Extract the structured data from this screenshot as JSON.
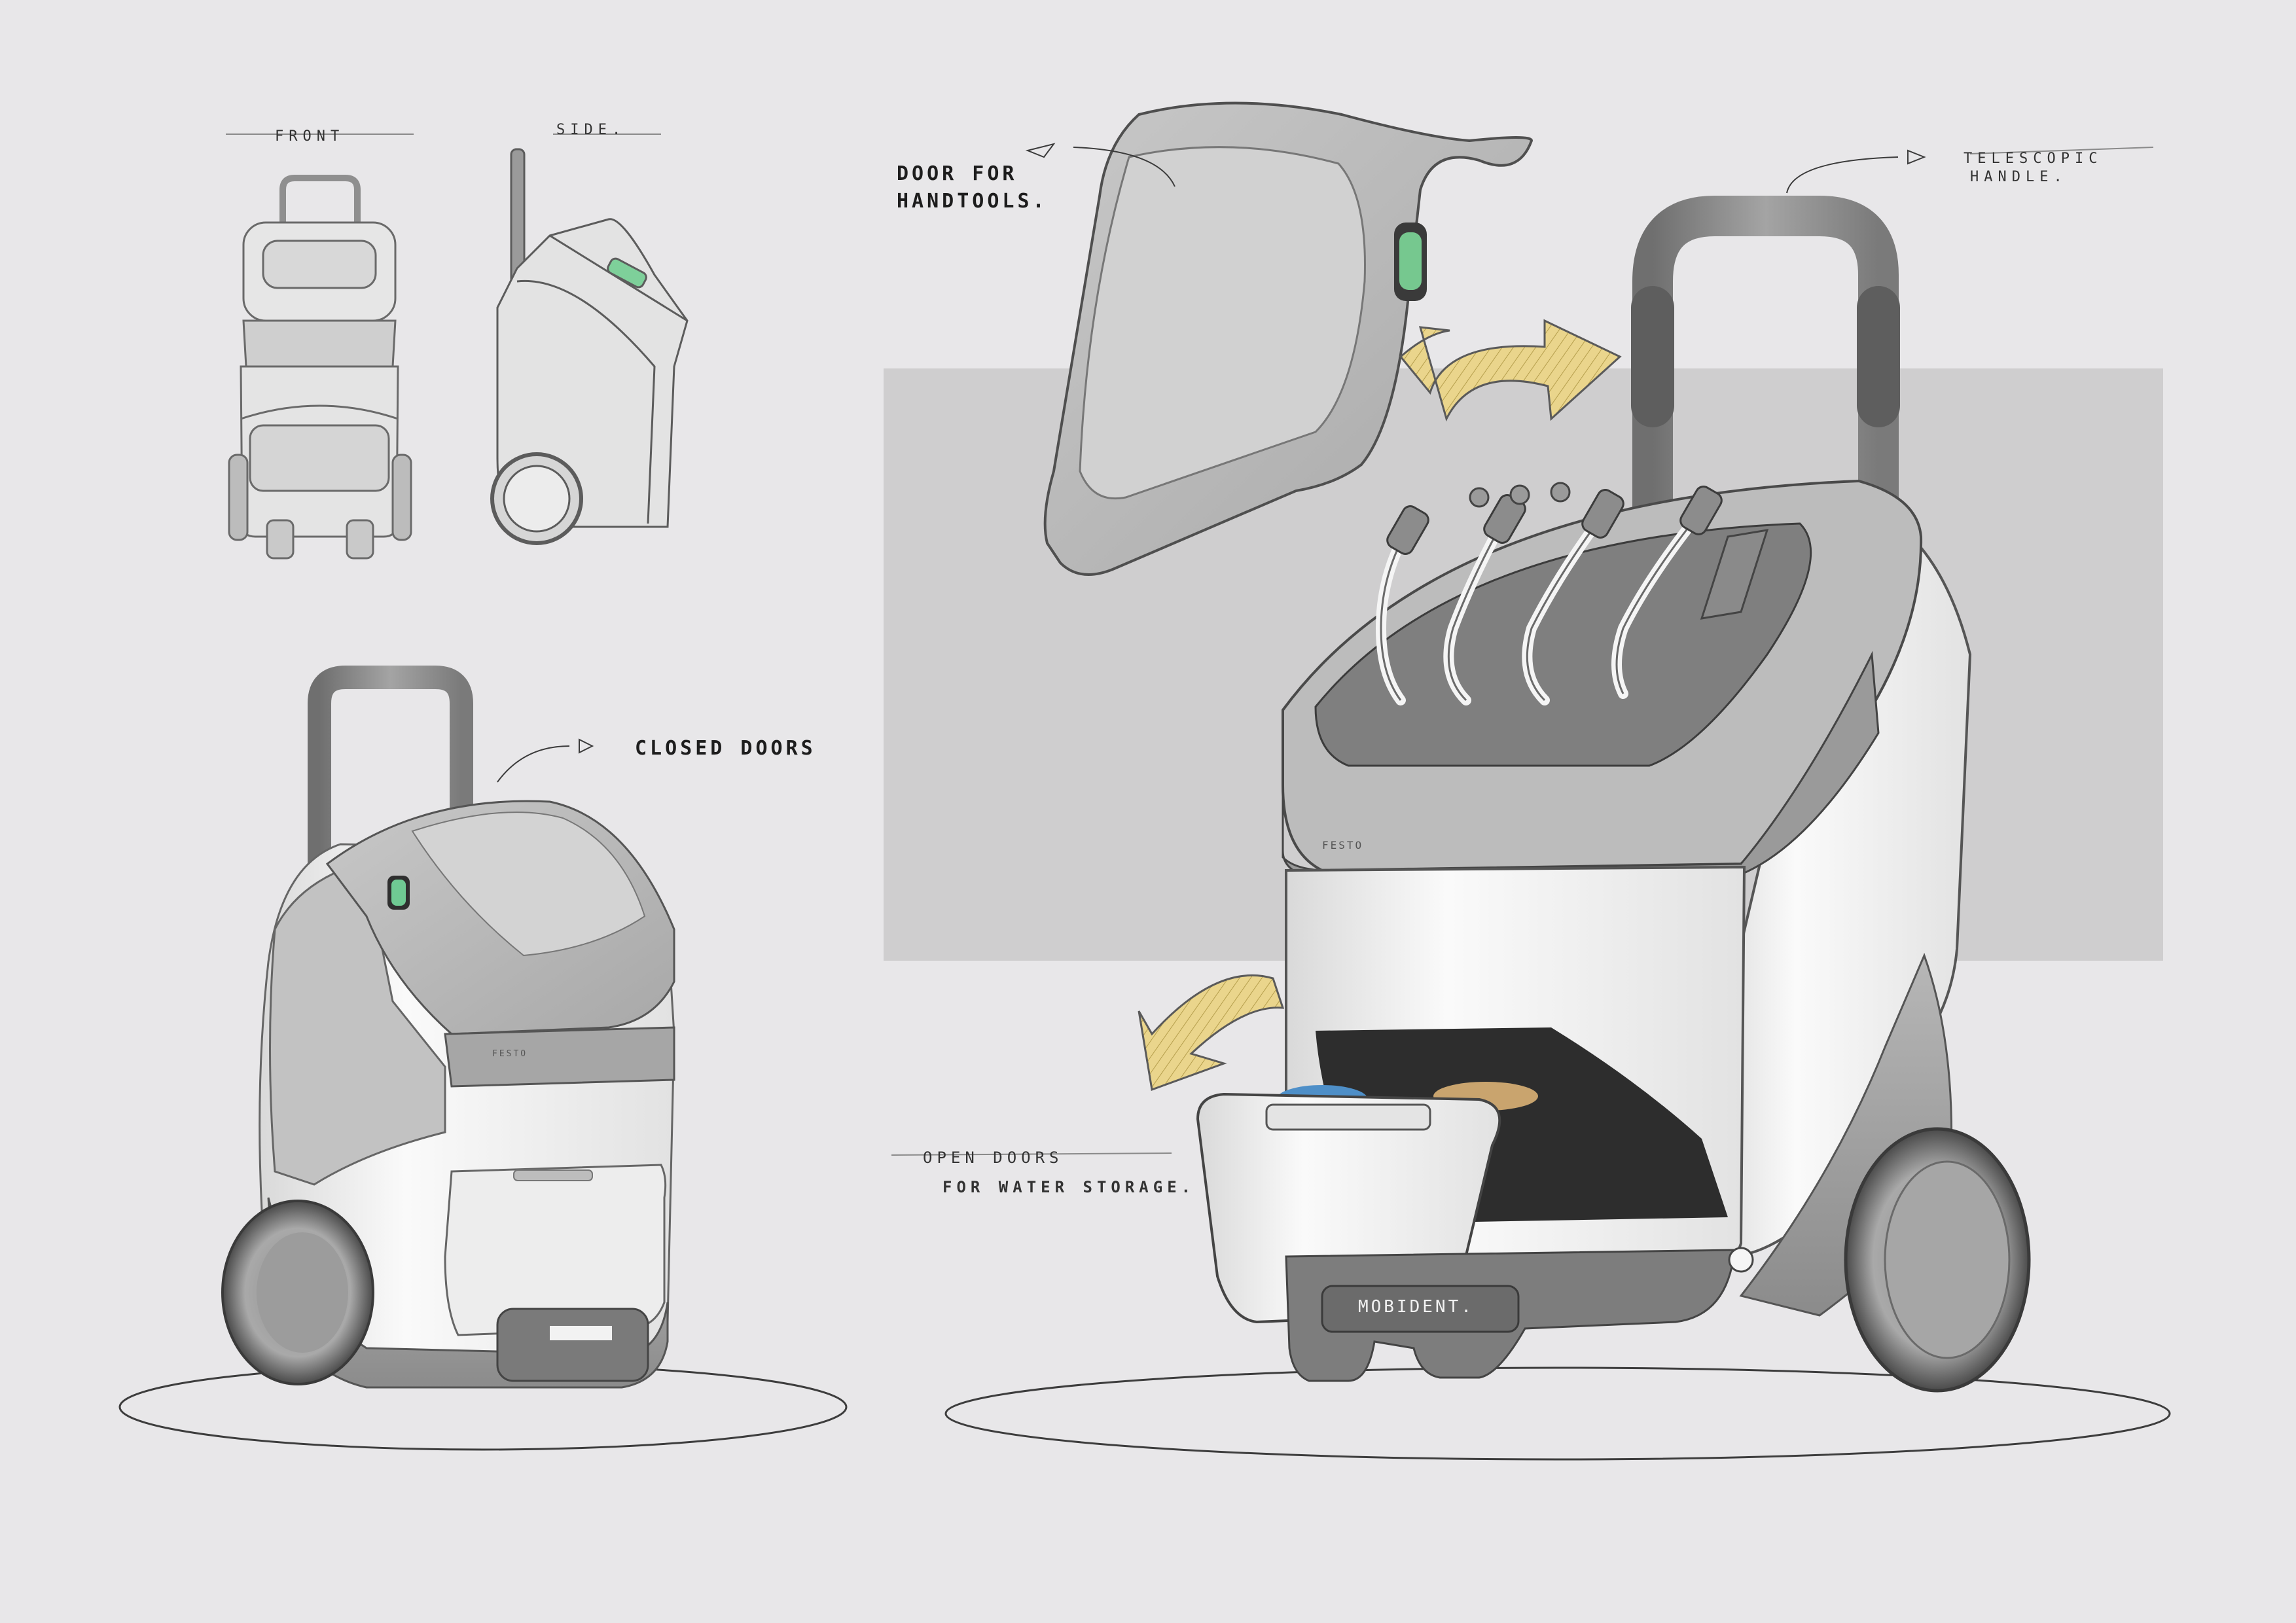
{
  "annotations": {
    "front": "FRONT",
    "side": "SIDE.",
    "door_line1": "DOOR FOR",
    "door_line2": "HANDTOOLS.",
    "handle_line1": "TELESCOPIC",
    "handle_line2": "HANDLE.",
    "closed_doors": "CLOSED DOORS",
    "open_line1": "OPEN DOORS",
    "open_line2": "FOR WATER STORAGE."
  },
  "branding": {
    "logo": "MOBIDENT.",
    "small_mark": "FESTO"
  },
  "colors": {
    "background": "#e8e7e9",
    "panel": "#cfcecf",
    "body_white": "#f4f4f4",
    "body_grey": "#9a9a9a",
    "dark_grey": "#5a5a5a",
    "accent_green": "#7ed09a",
    "arrow_yellow": "#e8d48a"
  }
}
